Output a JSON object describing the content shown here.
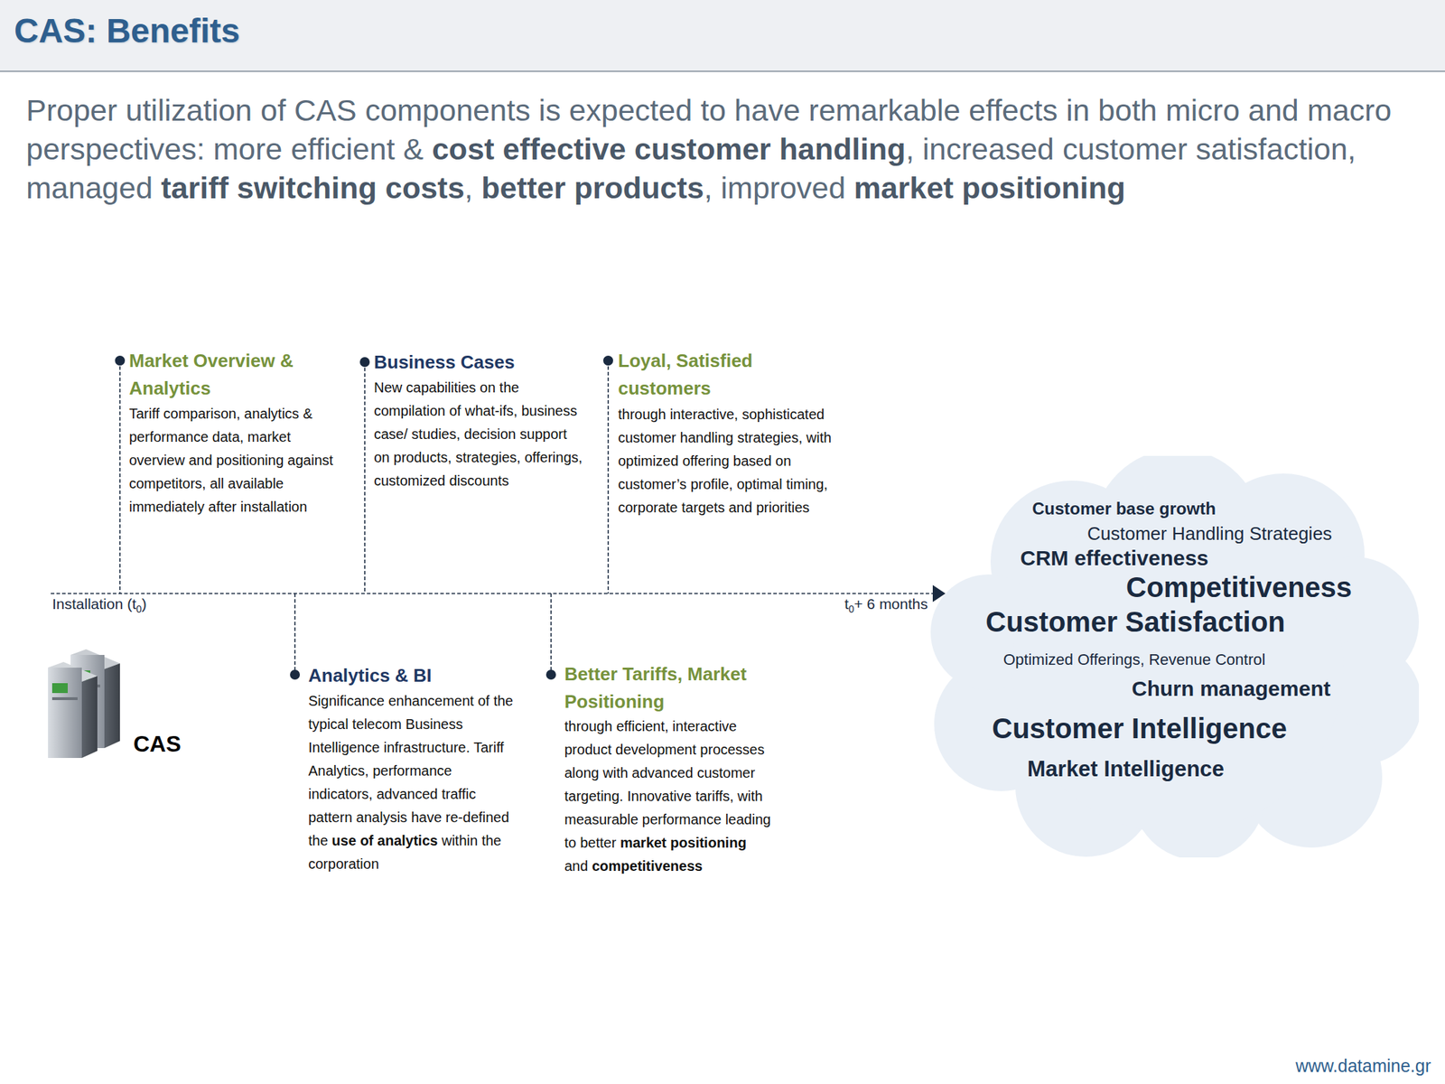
{
  "diagram": {
    "title": "CAS: Benefits",
    "nodes": [
      {
        "text": [
          "Customer base growth",
          "Customer Handling Strategies",
          "CRM effectiveness",
          "Competitiveness",
          "Customer Satisfaction",
          "Optimized Offerings, Revenue Control",
          "Churn management",
          "Customer Intelligence",
          "Market Intelligence"
        ]
      }
    ],
    "labels": [
      "Proper utilization of CAS components is expected to have remarkable effects in both micro and macro perspectives: more efficient & ",
      "cost effective customer handling",
      ", increased customer satisfaction, managed ",
      "tariff switching costs",
      ", ",
      "better products",
      ", improved ",
      "market positioning",
      "Market Overview & Analytics",
      "Tariff comparison, analytics & performance data, market overview and positioning against competitors, all available immediately after installation",
      "Business Cases",
      "New capabilities on the compilation of what-ifs, business case/ studies, decision support on products, strategies, offerings, customized discounts",
      "Loyal, Satisfied customers",
      "through interactive, sophisticated customer handling strategies, with optimized offering based on customer’s profile, optimal timing, corporate targets and priorities",
      "Installation (t",
      "0",
      ")",
      "t",
      "0",
      "+ 6 months",
      "Analytics & BI",
      "Significance enhancement of the typical telecom Business Intelligence infrastructure. Tariff Analytics, performance indicators, advanced traffic pattern analysis have re-defined the ",
      "use of analytics",
      " within the corporation",
      "Better Tariffs, Market Positioning",
      "through efficient, interactive product development processes along with advanced customer targeting. Innovative tariffs, with measurable performance leading to better ",
      "market positioning",
      " and ",
      "competitiveness",
      "CAS",
      "www.datamine.gr"
    ]
  }
}
